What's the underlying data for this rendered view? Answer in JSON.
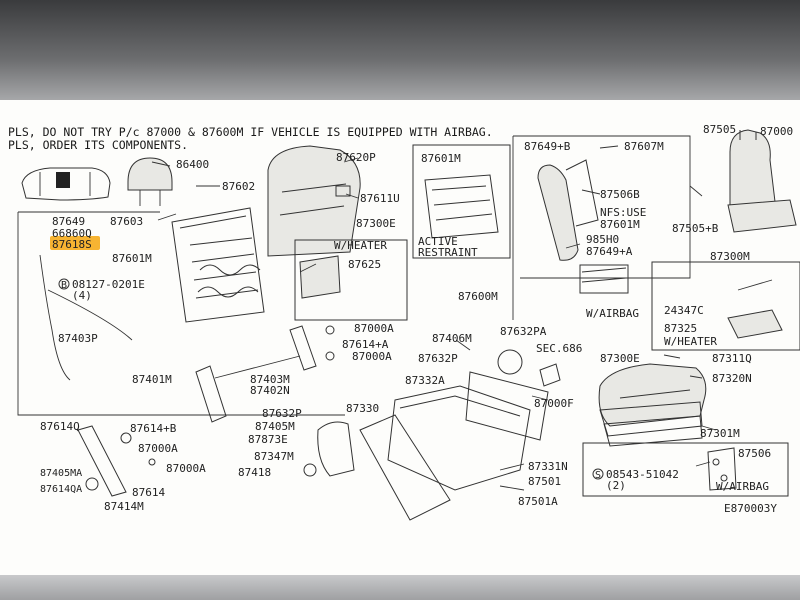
{
  "notes": {
    "line1": "PLS, DO NOT TRY P/c 87000 & 87600M IF VEHICLE IS EQUIPPED WITH AIRBAG.",
    "line2": "PLS, ORDER ITS COMPONENTS."
  },
  "boxes": {
    "active_restraint_1": "ACTIVE",
    "active_restraint_2": "RESTRAINT",
    "w_heater": "W/HEATER",
    "w_airbag": "W/AIRBAG",
    "w_heater_2": "W/HEATER",
    "w_airbag_2": "W/AIRBAG",
    "nfs_use": "NFS:USE"
  },
  "highlight_color": "#f7b432",
  "labels": {
    "p86400": "86400",
    "p87602": "87602",
    "p87603": "87603",
    "p87649": "87649",
    "p66860q": "66860Q",
    "p87618s": "87618S",
    "p87601m_a": "87601M",
    "p08127": "08127-0201E",
    "p08127_qty": "(4)",
    "p87403p": "87403P",
    "p87620p": "87620P",
    "p87611u": "87611U",
    "p87300e_a": "87300E",
    "p87625": "87625",
    "p87601m_b": "87601M",
    "p87600m": "87600M",
    "p87649b": "87649+B",
    "p87607m": "87607M",
    "p87506b": "87506B",
    "p87601m_c": "87601M",
    "p98580": "985H0",
    "p87649a": "87649+A",
    "p87505": "87505",
    "p87000_r": "87000",
    "p87505b": "87505+B",
    "p87300m": "87300M",
    "p24347c": "24347C",
    "p87325": "87325",
    "p87000a_1": "87000A",
    "p87614a": "87614+A",
    "p87000a_2": "87000A",
    "p87401m": "87401M",
    "p87403m": "87403M",
    "p87402n": "87402N",
    "p87406m": "87406M",
    "p87632pa": "87632PA",
    "p87632p_a": "87632P",
    "sec686": "SEC.686",
    "p87332a": "87332A",
    "p87000f": "87000F",
    "p87300e_b": "87300E",
    "p87311q": "87311Q",
    "p87320n": "87320N",
    "p87301m": "87301M",
    "p87614q": "87614Q",
    "p87614b": "87614+B",
    "p87000a_3": "87000A",
    "p87000a_4": "87000A",
    "p87405ma": "87405MA",
    "p87614qa": "87614QA",
    "p87614": "87614",
    "p87414m": "87414M",
    "p87405m": "87405M",
    "p87873e": "87873E",
    "p87632p_b": "87632P",
    "p87330": "87330",
    "p87347m": "87347M",
    "p87418": "87418",
    "p87331n": "87331N",
    "p87501": "87501",
    "p87501a": "87501A",
    "p87506": "87506",
    "p08543": "08543-51042",
    "p08543_qty": "(2)",
    "ref_code": "E870003Y"
  }
}
